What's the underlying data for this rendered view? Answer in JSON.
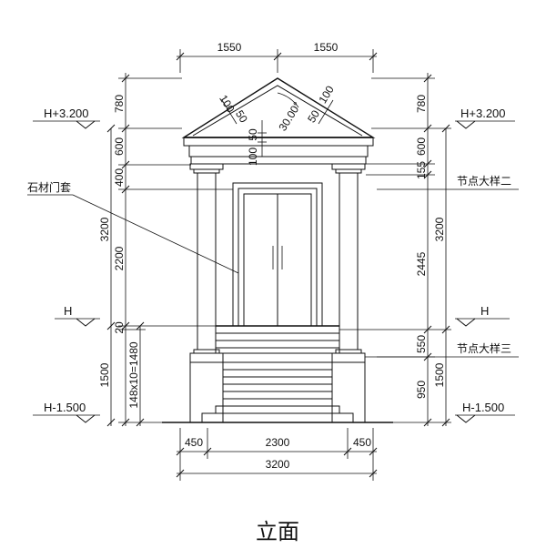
{
  "caption": "立面",
  "callout": "石材门套",
  "details": {
    "upper": "节点大样二",
    "lower": "节点大样三"
  },
  "levels": {
    "top": "H+3.200",
    "ground": "H",
    "bottom": "H-1.500"
  },
  "dims_top": [
    "1550",
    "1550"
  ],
  "dims_bottom": {
    "left": "450",
    "middle": "2300",
    "right": "450",
    "total": "3200"
  },
  "dims_left_outer": [
    "780",
    "600",
    "3200",
    "1500"
  ],
  "dims_left_inner": [
    "400",
    "2200",
    "20",
    "148x10=1480"
  ],
  "dims_right_inner": [
    "780",
    "600",
    "155",
    "2445",
    "550",
    "950"
  ],
  "dims_right_outer": [
    "3200",
    "1500"
  ],
  "pediment": {
    "left_a": "100",
    "left_b": "50",
    "right_a": "100",
    "right_b": "50",
    "angle": "30.00°",
    "mid_a": "50",
    "mid_b": "100"
  }
}
